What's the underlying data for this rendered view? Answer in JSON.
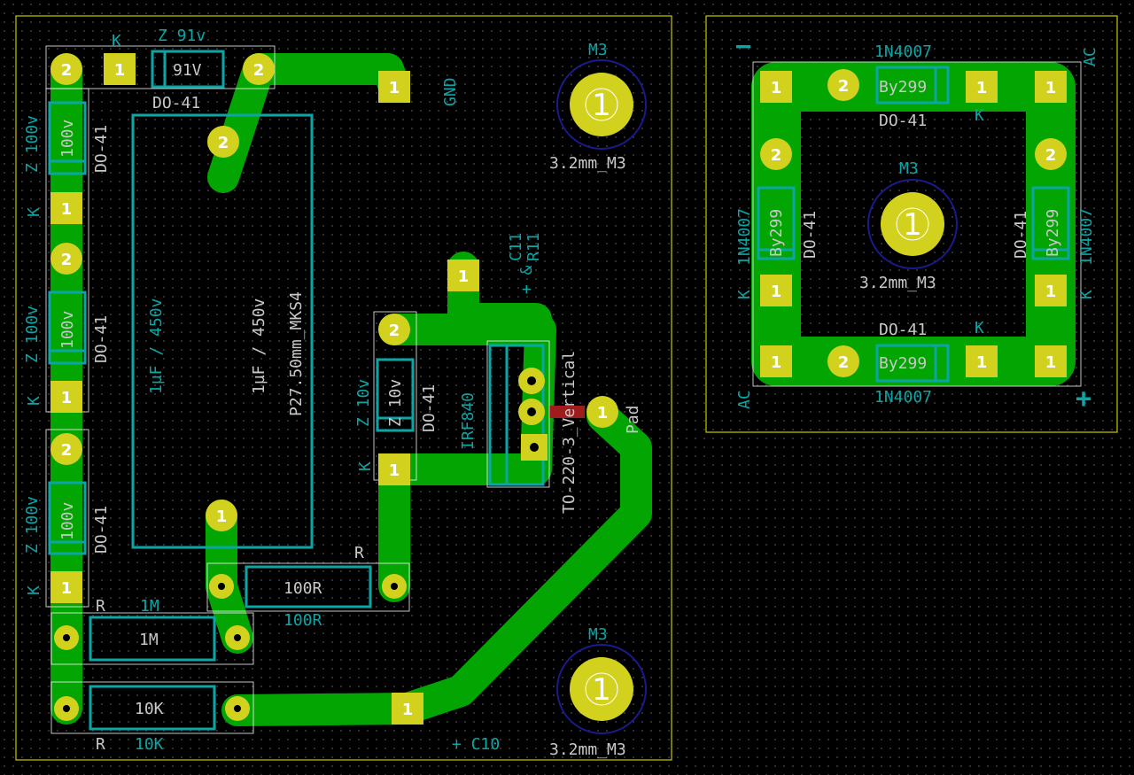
{
  "colors": {
    "background": "#000000",
    "copper": "#03a503",
    "pad": "#d2d21e",
    "silkscreen": "#0aa6a6",
    "fab": "#c8c8c8",
    "courtyard": "#f5f5f5",
    "edge_cuts": "#c8c800",
    "mount_ring": "#1a1a8c"
  },
  "labels": {
    "z91_ref": "Z 91v",
    "z91_k": "K",
    "z91_val": "91V",
    "do41": "DO-41",
    "gnd": "GND",
    "m3": "M3",
    "m3_size": "3.2mm_M3",
    "z100_ref": "Z 100v",
    "z100_val": "100v",
    "k": "K",
    "cap_val": "1µF / 450v",
    "cap_fp": "P27.50mm_MKS4",
    "c11": "C11",
    "r11": "R11",
    "plus_amp": "+ &",
    "z10_ref": "Z 10v",
    "z10_val": "Z 10v",
    "irf": "IRF840",
    "to220": "TO-220-3_Vertical",
    "pad": "Pad",
    "r": "R",
    "r100": "100R",
    "r1m": "1M",
    "r10k": "10K",
    "c10": "+ C10",
    "diode_1n4007": "1N4007",
    "by299": "By299",
    "ac": "AC",
    "minus": "−",
    "plus": "+",
    "pad1": "1",
    "pad2": "2",
    "mount1": "1"
  }
}
